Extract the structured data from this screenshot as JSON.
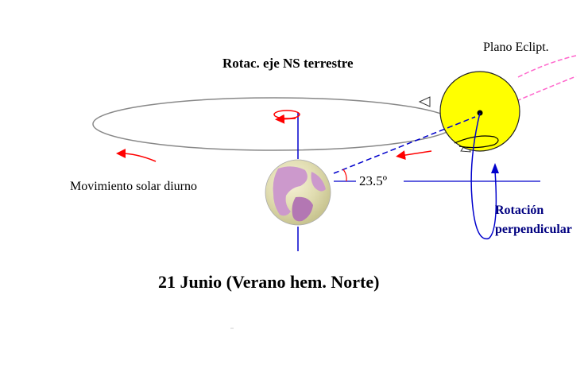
{
  "labels": {
    "axis_rotation": "Rotac. eje NS terrestre",
    "ecliptic_plane": "Plano Eclipt.",
    "diurnal_motion": "Movimiento solar diurno",
    "tilt_angle": "23.5º",
    "perpendicular_rotation_line1": "Rotación",
    "perpendicular_rotation_line2": "perpendicular",
    "date_title": "21 Junio (Verano hem. Norte)"
  },
  "colors": {
    "sun": "#ffff00",
    "orbit": "#888888",
    "axis": "#0000cc",
    "arrow_red": "#ff0000",
    "ecliptic": "#ff66cc",
    "earth_land": "#cc99cc",
    "earth_ocean": "#e6e6b0",
    "label_blue": "#000080"
  }
}
